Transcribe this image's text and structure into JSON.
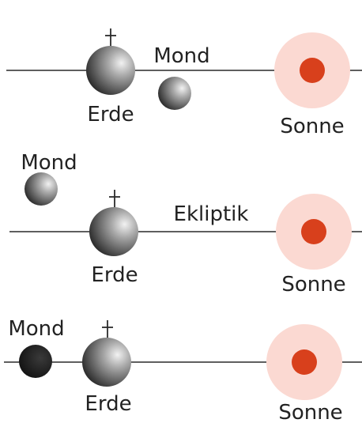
{
  "labels": {
    "earth": "Erde",
    "moon": "Mond",
    "sun": "Sonne",
    "ecliptic": "Ekliptik"
  },
  "colors": {
    "sun_halo": "#fbd9d2",
    "sun_core": "#d8401c",
    "line": "#2a2a2a",
    "text": "#222222",
    "moon_dark": "#1e1e1e"
  }
}
